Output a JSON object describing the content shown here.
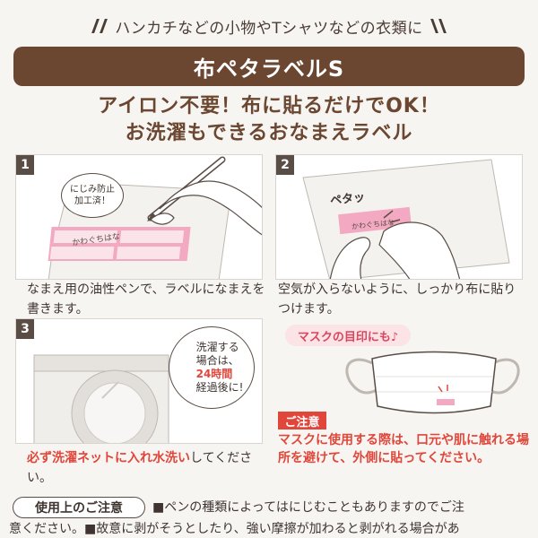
{
  "tagline": "ハンカチなどの小物やTシャツなどの衣類に",
  "title": "布ペタラベルS",
  "headline1": "アイロン不要！布に貼るだけでOK！",
  "headline2": "お洗濯もできるおなまえラベル",
  "steps": [
    {
      "number": "1",
      "bubble_line1": "にじみ防止",
      "bubble_line2": "加工済！",
      "label_sample": "かわぐちはな",
      "caption": "なまえ用の油性ペンで、ラベルになまえを書きます。"
    },
    {
      "number": "2",
      "sound": "ペタッ",
      "label_sample": "かわぐちはな",
      "caption": "空気が入らないように、しっかり布に貼りつけます。"
    },
    {
      "number": "3",
      "bubble_line1": "洗濯する",
      "bubble_line2": "場合は、",
      "bubble_line3": "24時間",
      "bubble_line4": "経過後に!",
      "caption_red": "必ず洗濯ネットに入れ水洗い",
      "caption_rest": "してください。"
    }
  ],
  "mask": {
    "label": "マスクの目印にも♪",
    "caution_badge": "ご注意",
    "caution_text": "マスクに使用する際は、口元や肌に触れる場所を避けて、外側に貼ってください。"
  },
  "usage": {
    "label": "使用上のご注意",
    "line1": "■ペンの種類によってはにじむこともありますのでご注",
    "line2": "意ください。■故意に剥がそうとしたり、強い摩擦が加わると剥がれる場合があ"
  },
  "colors": {
    "brown": "#6b4630",
    "pink": "#f3a9c1",
    "red": "#e0463a"
  }
}
